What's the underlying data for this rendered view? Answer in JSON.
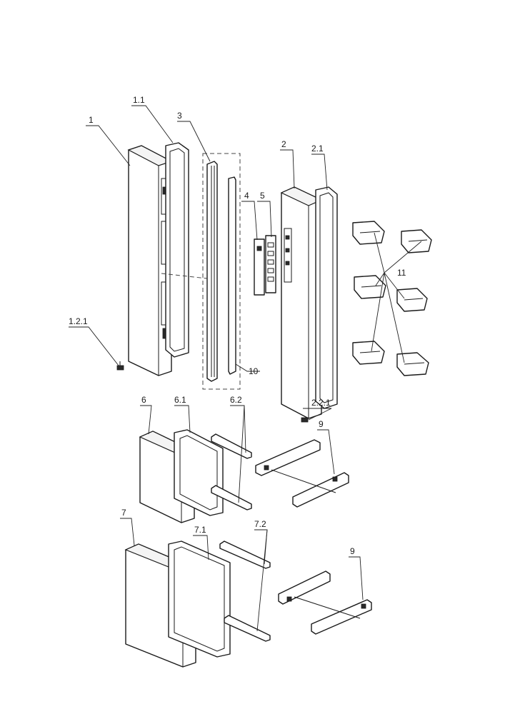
{
  "callouts": {
    "c1": "1",
    "c1_1": "1.1",
    "c1_2_1": "1.2.1",
    "c2": "2",
    "c2_1": "2.1",
    "c2_2_1": "2.2.1",
    "c3": "3",
    "c4": "4",
    "c5": "5",
    "c6": "6",
    "c6_1": "6.1",
    "c6_2": "6.2",
    "c7": "7",
    "c7_1": "7.1",
    "c7_2": "7.2",
    "c9a": "9",
    "c9b": "9",
    "c10": "10",
    "c11": "11"
  }
}
